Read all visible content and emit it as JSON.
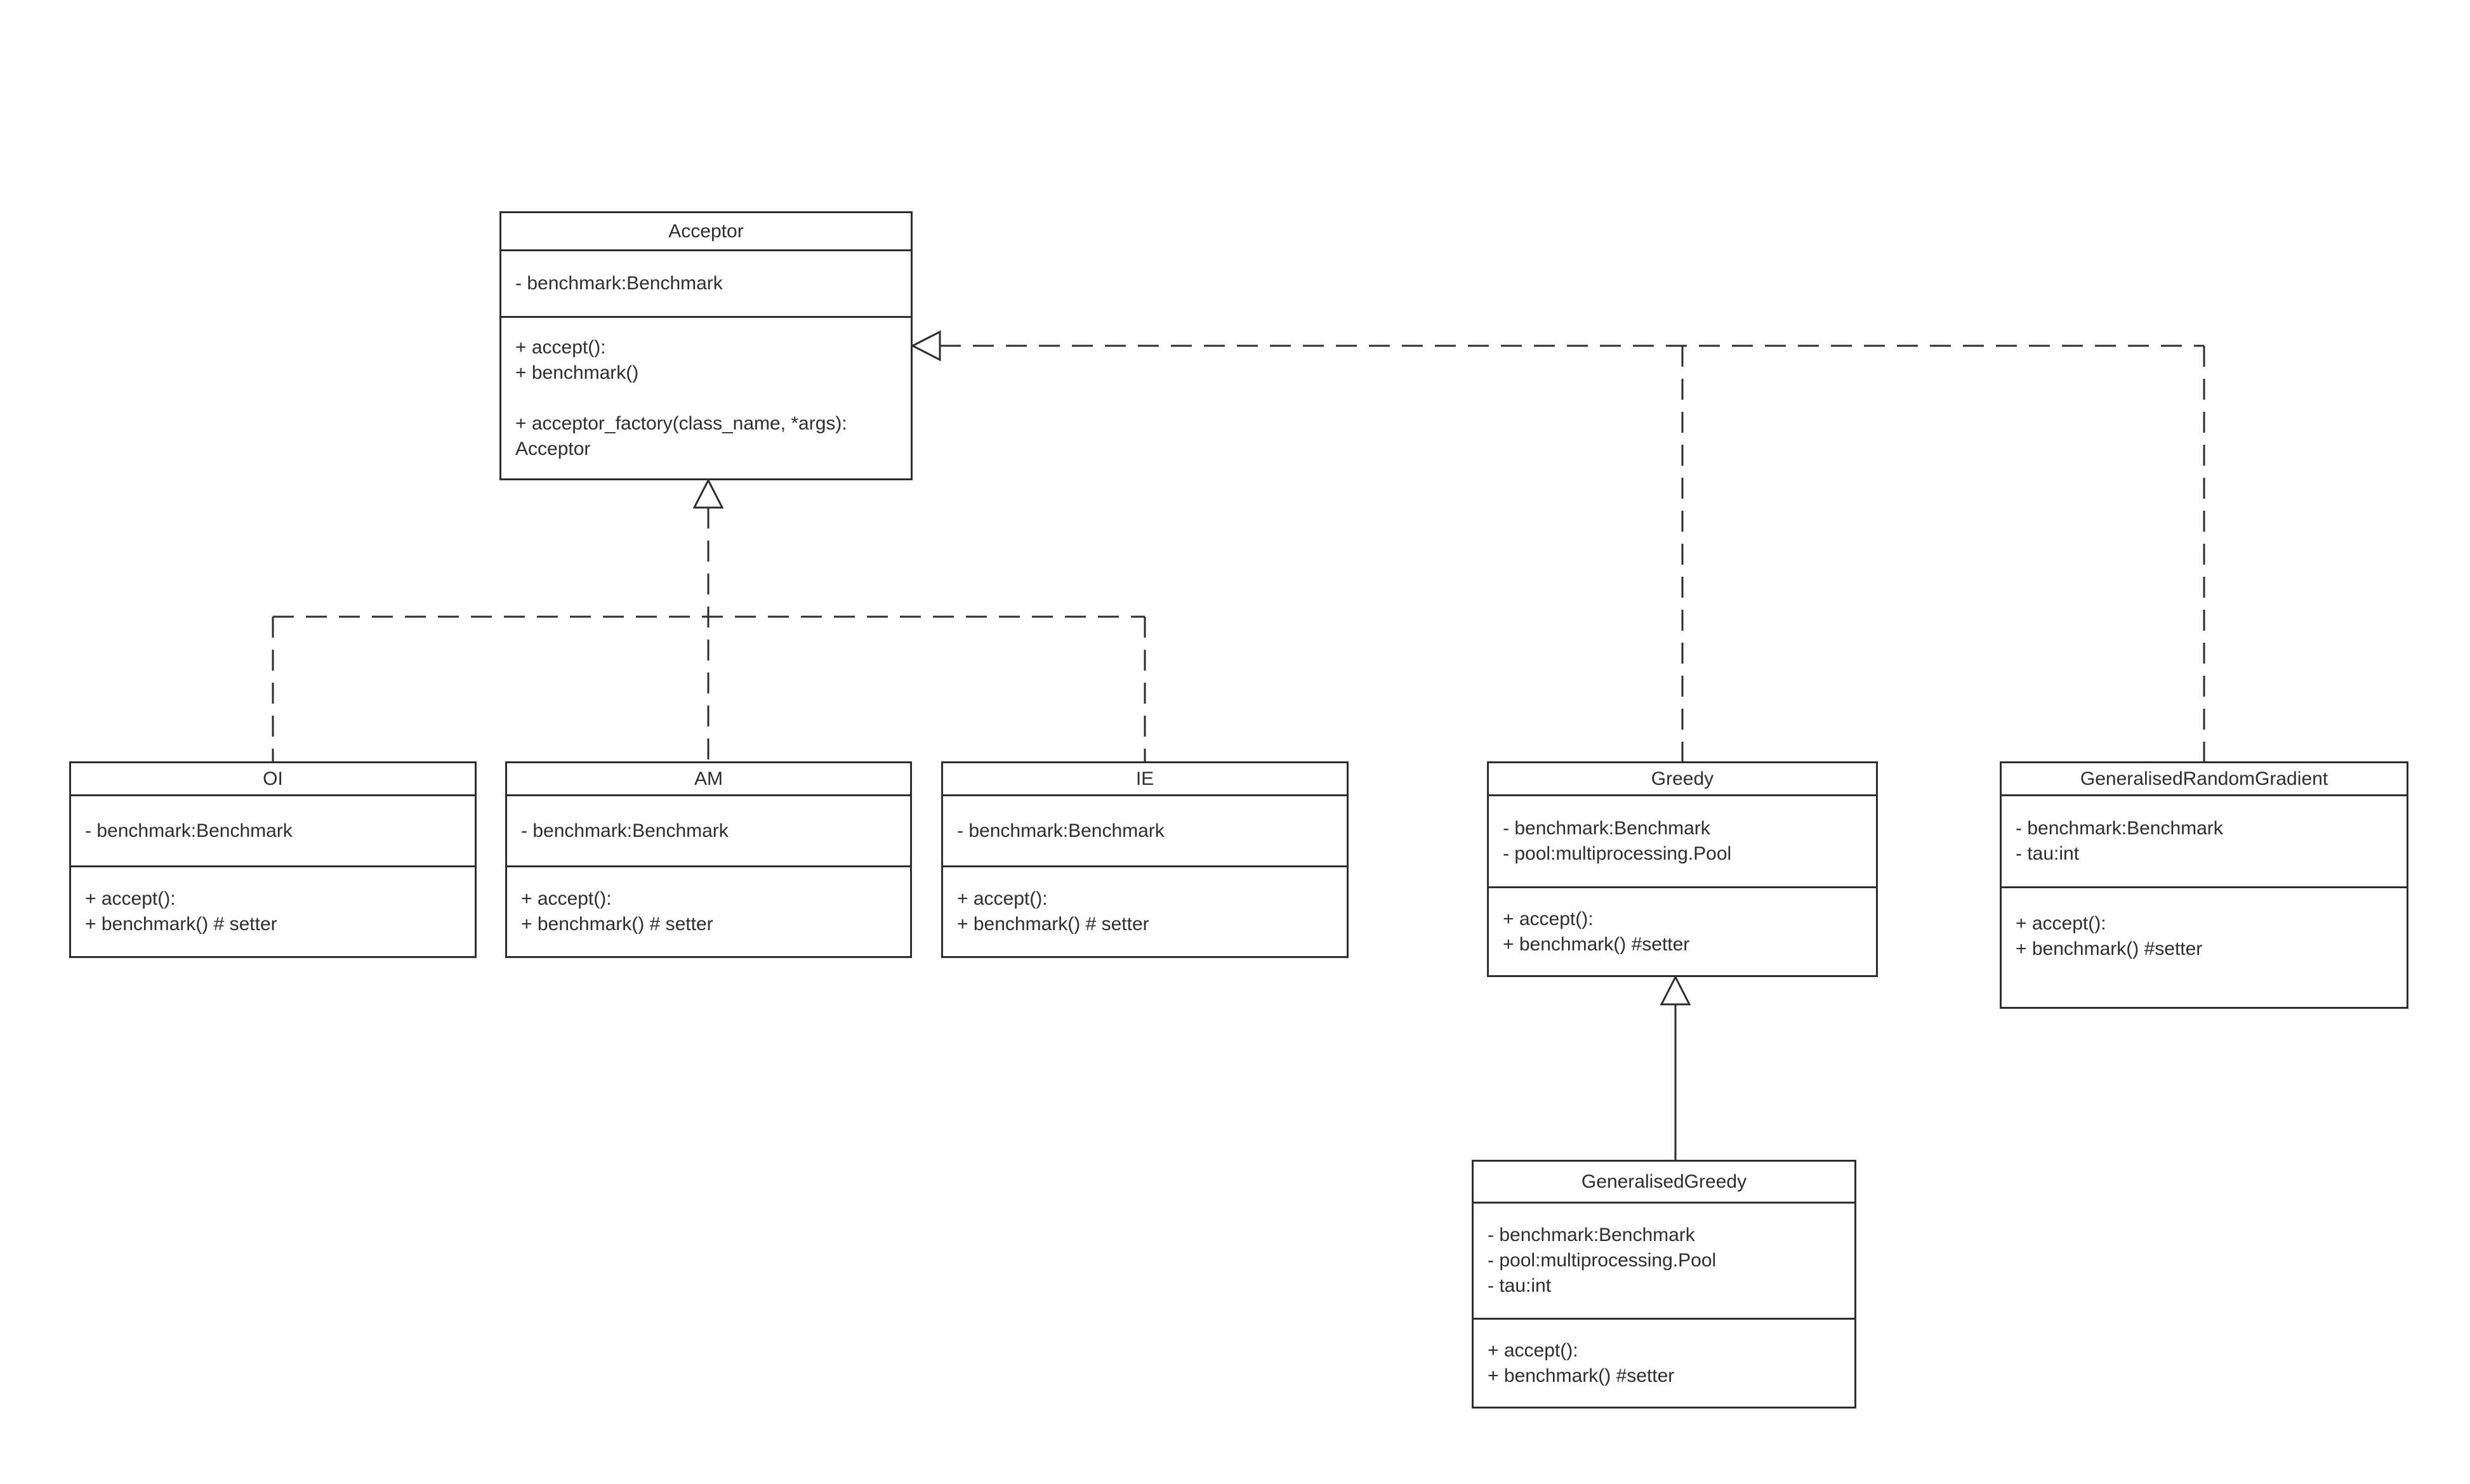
{
  "diagram": {
    "type": "uml-class-diagram",
    "colors": {
      "line": "#2e2e2e",
      "text": "#2e2e2e",
      "background": "#ffffff"
    },
    "classes": [
      {
        "name": "Acceptor",
        "attributes": [
          "- benchmark:Benchmark"
        ],
        "methods": [
          "+ accept():",
          "+ benchmark()",
          "",
          "+ acceptor_factory(class_name, *args): Acceptor"
        ]
      },
      {
        "name": "OI",
        "attributes": [
          "- benchmark:Benchmark"
        ],
        "methods": [
          "+ accept():",
          "+ benchmark() # setter"
        ]
      },
      {
        "name": "AM",
        "attributes": [
          "- benchmark:Benchmark"
        ],
        "methods": [
          "+ accept():",
          "+ benchmark() # setter"
        ]
      },
      {
        "name": "IE",
        "attributes": [
          "- benchmark:Benchmark"
        ],
        "methods": [
          "+ accept():",
          "+ benchmark() # setter"
        ]
      },
      {
        "name": "Greedy",
        "attributes": [
          "- benchmark:Benchmark",
          "- pool:multiprocessing.Pool"
        ],
        "methods": [
          "+ accept():",
          "+ benchmark() #setter"
        ]
      },
      {
        "name": "GeneralisedRandomGradient",
        "attributes": [
          "- benchmark:Benchmark",
          "- tau:int"
        ],
        "methods": [
          "+ accept():",
          "+ benchmark() #setter"
        ]
      },
      {
        "name": "GeneralisedGreedy",
        "attributes": [
          "- benchmark:Benchmark",
          "- pool:multiprocessing.Pool",
          "- tau:int"
        ],
        "methods": [
          "+ accept():",
          "+ benchmark() #setter"
        ]
      }
    ],
    "relationships": [
      {
        "from": "OI",
        "to": "Acceptor",
        "type": "realization",
        "line": "dashed",
        "arrow": "hollow-triangle"
      },
      {
        "from": "AM",
        "to": "Acceptor",
        "type": "realization",
        "line": "dashed",
        "arrow": "hollow-triangle"
      },
      {
        "from": "IE",
        "to": "Acceptor",
        "type": "realization",
        "line": "dashed",
        "arrow": "hollow-triangle"
      },
      {
        "from": "Greedy",
        "to": "Acceptor",
        "type": "realization",
        "line": "dashed",
        "arrow": "hollow-triangle"
      },
      {
        "from": "GeneralisedRandomGradient",
        "to": "Acceptor",
        "type": "realization",
        "line": "dashed",
        "arrow": "hollow-triangle"
      },
      {
        "from": "GeneralisedGreedy",
        "to": "Greedy",
        "type": "generalization",
        "line": "solid",
        "arrow": "hollow-triangle"
      }
    ]
  }
}
